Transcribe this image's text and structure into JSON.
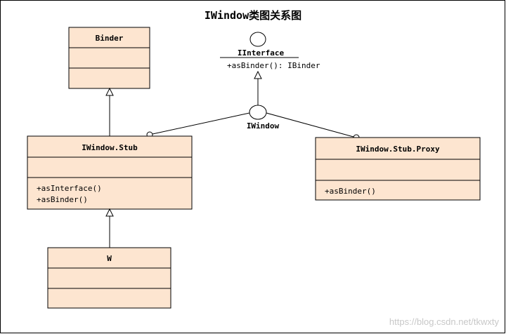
{
  "title": "IWindow类图关系图",
  "classes": {
    "binder": {
      "name": "Binder",
      "members": []
    },
    "stub": {
      "name": "IWindow.Stub",
      "members": [
        "+asInterface()",
        "+asBinder()"
      ]
    },
    "proxy": {
      "name": "IWindow.Stub.Proxy",
      "members": [
        "+asBinder()"
      ]
    },
    "w": {
      "name": "W",
      "members": []
    }
  },
  "interface": {
    "name": "IInterface",
    "members": [
      "+asBinder(): IBinder"
    ]
  },
  "iwindow": {
    "name": "IWindow"
  },
  "watermark": "https://blog.csdn.net/tkwxty"
}
